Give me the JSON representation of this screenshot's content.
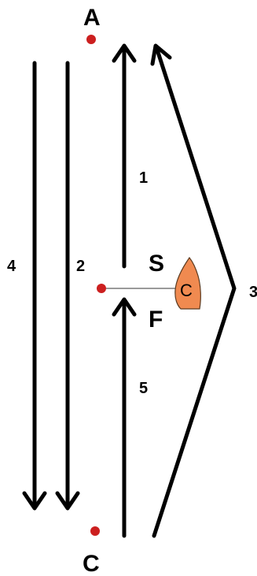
{
  "diagram": {
    "marks": {
      "top": "A",
      "bottom": "C",
      "start": "S",
      "finish": "F"
    },
    "committee_boat": {
      "label": "C",
      "color": "#f08a50"
    },
    "legs": {
      "leg1": "1",
      "leg2": "2",
      "leg3": "3",
      "leg4": "4",
      "leg5": "5"
    },
    "colors": {
      "mark": "#cc1f1f",
      "arrow": "#000000",
      "start_line": "#9a9a9a"
    }
  }
}
